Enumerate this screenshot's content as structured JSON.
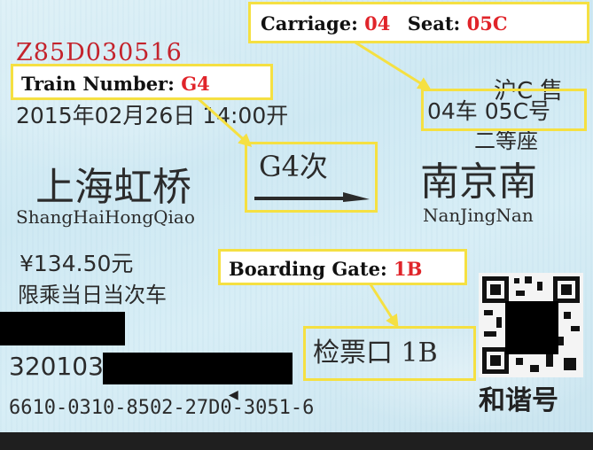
{
  "ticket": {
    "ticket_number": "Z85D030516",
    "issuer": "沪C 售",
    "datetime": "2015年02月26日 14:00开",
    "seat_zh": "04车 05C号",
    "class_label": "二等座",
    "from_station_zh": "上海虹桥",
    "from_station_pinyin": "ShangHaiHongQiao",
    "train_zh": "G4次",
    "to_station_zh": "南京南",
    "to_station_pinyin": "NanJingNan",
    "fare": "¥134.50元",
    "restriction": "限乘当日当次车",
    "id_number_prefix": "320103",
    "gate_zh": "检票口 1B",
    "serial": "6610-0310-8502-27D0-3051-6",
    "brand": "和谐号"
  },
  "callouts": {
    "carriage_label": "Carriage:",
    "carriage_value": "04",
    "seat_label": "Seat:",
    "seat_value": "05C",
    "train_label": "Train Number:",
    "train_value": "G4",
    "gate_label": "Boarding Gate:",
    "gate_value": "1B"
  },
  "colors": {
    "highlight": "#f5e042",
    "value_red": "#e0242a",
    "ticket_red": "#c4232c",
    "ticket_bg": "#d6edf5"
  }
}
